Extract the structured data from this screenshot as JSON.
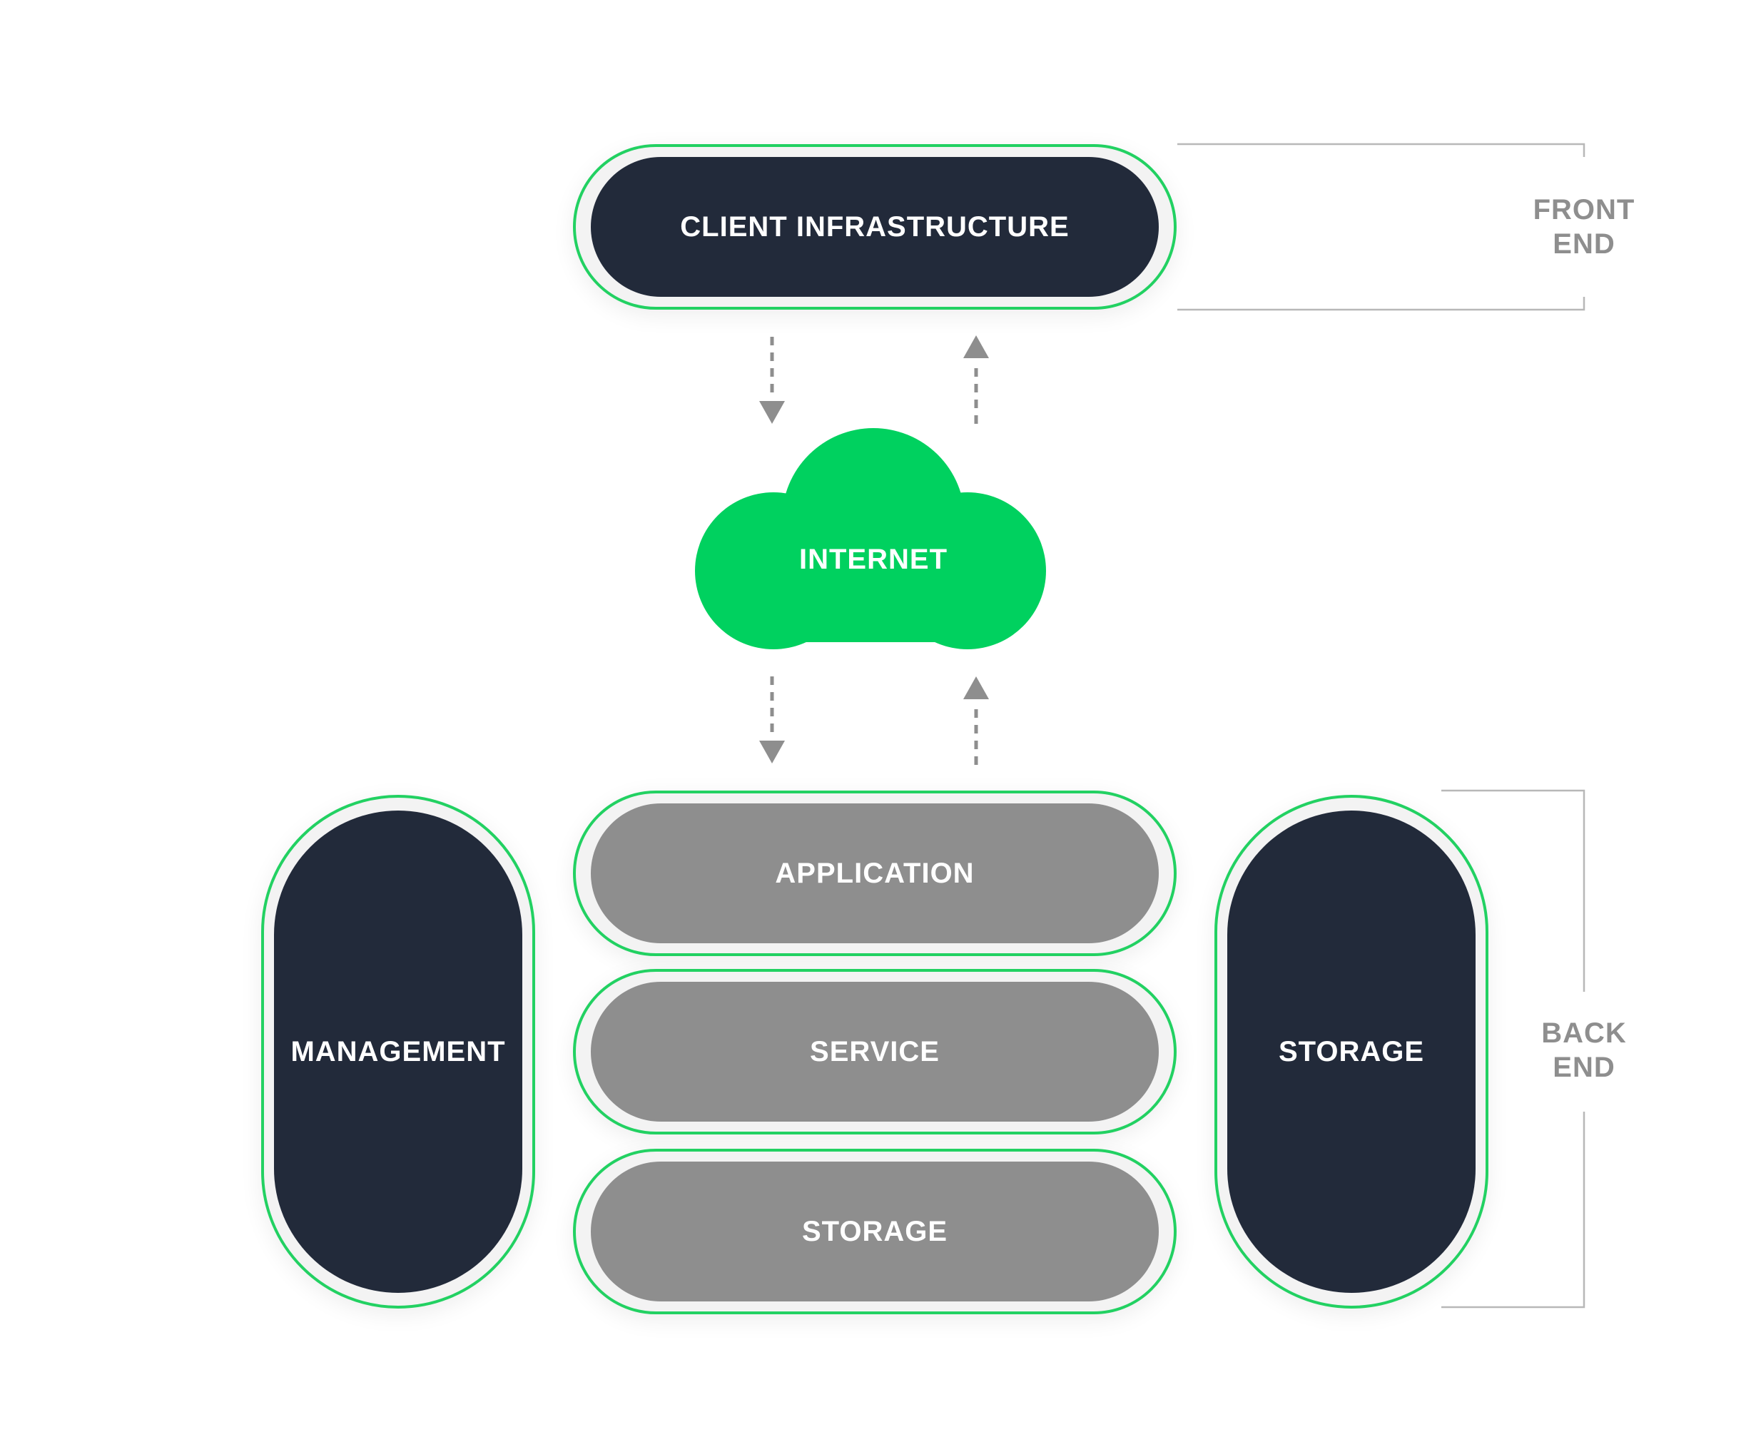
{
  "front": {
    "client": "CLIENT INFRASTRUCTURE",
    "label_line1": "FRONT",
    "label_line2": "END"
  },
  "cloud": {
    "label": "INTERNET",
    "color": "#00d15f"
  },
  "back": {
    "management": "MANAGEMENT",
    "application": "APPLICATION",
    "service": "SERVICE",
    "storage_center": "STORAGE",
    "storage_right": "STORAGE",
    "label_line1": "BACK",
    "label_line2": "END"
  },
  "colors": {
    "accent": "#22d162",
    "dark": "#222a3a",
    "gray": "#8e8e8e",
    "bracket": "#b8b8b8",
    "arrow": "#8e8e8e"
  }
}
